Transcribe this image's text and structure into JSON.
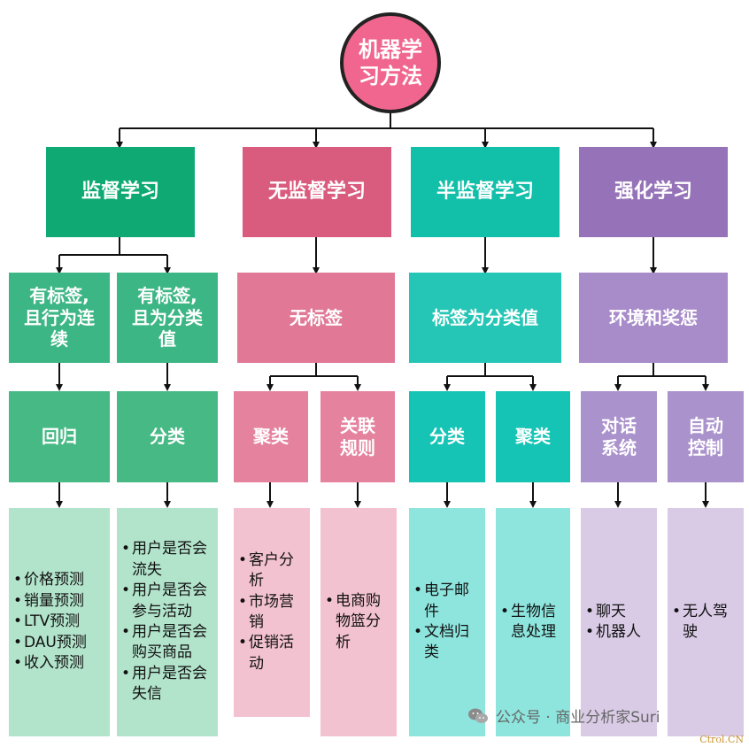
{
  "root": "机器学\n习方法",
  "level1": [
    {
      "label": "监督学习",
      "color": "#0fa974"
    },
    {
      "label": "无监督学习",
      "color": "#d95b7e"
    },
    {
      "label": "半监督学习",
      "color": "#12bfa9"
    },
    {
      "label": "强化学习",
      "color": "#9673b8"
    }
  ],
  "level2": [
    {
      "label": "有标签,\n且行为连\n续",
      "color": "#3db685"
    },
    {
      "label": "有标签,\n且为分类\n值",
      "color": "#3db685"
    },
    {
      "label": "无标签",
      "color": "#e07896"
    },
    {
      "label": "标签为分类值",
      "color": "#25c6b6"
    },
    {
      "label": "环境和奖惩",
      "color": "#a88bc9"
    }
  ],
  "level3": [
    {
      "label": "回归",
      "color": "#47b985"
    },
    {
      "label": "分类",
      "color": "#47b985"
    },
    {
      "label": "聚类",
      "color": "#e5829e"
    },
    {
      "label": "关联\n规则",
      "color": "#e5829e"
    },
    {
      "label": "分类",
      "color": "#15c4b5"
    },
    {
      "label": "聚类",
      "color": "#15c4b5"
    },
    {
      "label": "对话\n系统",
      "color": "#aa92cc"
    },
    {
      "label": "自动\n控制",
      "color": "#aa92cc"
    }
  ],
  "leaves": [
    {
      "color": "#b2e3cb",
      "items": [
        "价格预测",
        "销量预测",
        "LTV预测",
        "DAU预测",
        "收入预测"
      ]
    },
    {
      "color": "#b2e3cb",
      "items": [
        "用户是否会流失",
        "用户是否会参与活动",
        "用户是否会购买商品",
        "用户是否会失信"
      ]
    },
    {
      "color": "#f2c2d0",
      "items": [
        "客户分析",
        "市场营销",
        "促销活动"
      ]
    },
    {
      "color": "#f2c2d0",
      "items": [
        "电商购物篮分析"
      ]
    },
    {
      "color": "#8de5de",
      "items": [
        "电子邮件",
        "文档归类"
      ]
    },
    {
      "color": "#8de5de",
      "items": [
        "生物信息处理"
      ]
    },
    {
      "color": "#d9cbe6",
      "items": [
        "聊天",
        "机器人"
      ]
    },
    {
      "color": "#d9cbe6",
      "items": [
        "无人驾驶"
      ]
    }
  ],
  "watermark": "公众号 · 商业分析家Suri",
  "corner_mark": "Ctrol.CN"
}
